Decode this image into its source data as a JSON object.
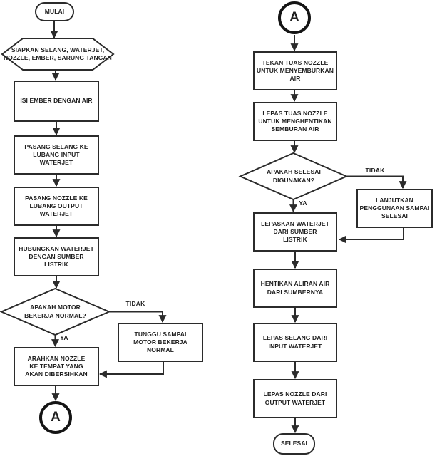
{
  "nodes": {
    "mulai": "MULAI",
    "siapkan": "SIAPKAN SELANG, WATERJET,\nNOZZLE, EMBER, SARUNG TANGAN",
    "isi_ember": "ISI EMBER DENGAN AIR",
    "pasang_selang": "PASANG SELANG KE\nLUBANG INPUT\nWATERJET",
    "pasang_nozzle": "PASANG NOZZLE KE\nLUBANG OUTPUT\nWATERJET",
    "hubungkan": "HUBUNGKAN WATERJET\nDENGAN SUMBER\nLISTRIK",
    "apakah_motor": "APAKAH MOTOR\nBEKERJA NORMAL?",
    "tunggu": "TUNGGU SAMPAI\nMOTOR BEKERJA\nNORMAL",
    "arahkan": "ARAHKAN NOZZLE\nKE TEMPAT YANG\nAKAN DIBERSIHKAN",
    "connector_a": "A",
    "tekan_tuas": "TEKAN TUAS NOZZLE\nUNTUK MENYEMBURKAN\nAIR",
    "lepas_tuas": "LEPAS TUAS NOZZLE\nUNTUK MENGHENTIKAN\nSEMBURAN AIR",
    "apakah_selesai": "APAKAH SELESAI\nDIGUNAKAN?",
    "lanjutkan": "LANJUTKAN\nPENGGUNAAN SAMPAI\nSELESAI",
    "lepaskan_waterjet": "LEPASKAN WATERJET\nDARI SUMBER\nLISTRIK",
    "hentikan": "HENTIKAN ALIRAN AIR\nDARI SUMBERNYA",
    "lepas_selang": "LEPAS SELANG DARI\nINPUT WATERJET",
    "lepas_nozzle": "LEPAS NOZZLE DARI\nOUTPUT WATERJET",
    "selesai": "SELESAI"
  },
  "branch_labels": {
    "ya": "YA",
    "tidak": "TIDAK"
  },
  "colors": {
    "line": "#2b2b2b",
    "text": "#1f1f1f",
    "background": "#ffffff"
  }
}
